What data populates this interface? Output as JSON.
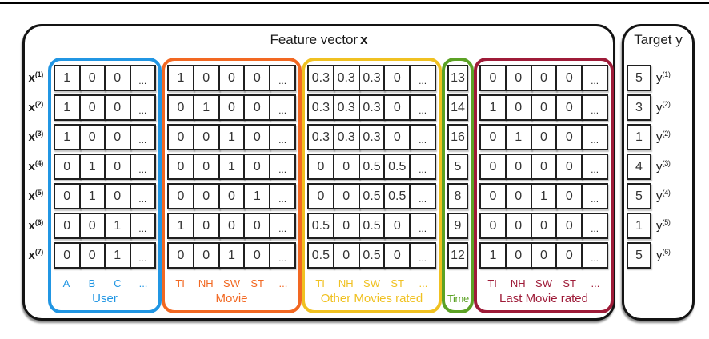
{
  "header": {
    "feature_title_text": "Feature vector",
    "feature_title_bold": "x",
    "target_title": "Target y"
  },
  "colors": {
    "user": "#2196E3",
    "movie": "#F26822",
    "other": "#F0C121",
    "time": "#5CA225",
    "last": "#9E1B38",
    "outline": "#141414"
  },
  "groups": [
    {
      "key": "user",
      "name": "User",
      "columns": [
        "A",
        "B",
        "C",
        "..."
      ],
      "color": "#2196E3"
    },
    {
      "key": "movie",
      "name": "Movie",
      "columns": [
        "TI",
        "NH",
        "SW",
        "ST",
        "..."
      ],
      "color": "#F26822"
    },
    {
      "key": "other",
      "name": "Other Movies rated",
      "columns": [
        "TI",
        "NH",
        "SW",
        "ST",
        "..."
      ],
      "color": "#F0C121"
    },
    {
      "key": "time",
      "name": "Time",
      "columns": [],
      "color": "#5CA225"
    },
    {
      "key": "last",
      "name": "Last Movie rated",
      "columns": [
        "TI",
        "NH",
        "SW",
        "ST",
        "..."
      ],
      "color": "#9E1B38"
    }
  ],
  "rows": [
    {
      "row_label": {
        "base": "x",
        "sup": "(1)"
      },
      "user": [
        "1",
        "0",
        "0",
        "..."
      ],
      "movie": [
        "1",
        "0",
        "0",
        "0",
        "..."
      ],
      "other": [
        "0.3",
        "0.3",
        "0.3",
        "0",
        "..."
      ],
      "time": [
        "13"
      ],
      "last": [
        "0",
        "0",
        "0",
        "0",
        "..."
      ],
      "target": {
        "value": "5",
        "base": "y",
        "sup": "(1)"
      }
    },
    {
      "row_label": {
        "base": "x",
        "sup": "(2)"
      },
      "user": [
        "1",
        "0",
        "0",
        "..."
      ],
      "movie": [
        "0",
        "1",
        "0",
        "0",
        "..."
      ],
      "other": [
        "0.3",
        "0.3",
        "0.3",
        "0",
        "..."
      ],
      "time": [
        "14"
      ],
      "last": [
        "1",
        "0",
        "0",
        "0",
        "..."
      ],
      "target": {
        "value": "3",
        "base": "y",
        "sup": "(2)"
      }
    },
    {
      "row_label": {
        "base": "x",
        "sup": "(3)"
      },
      "user": [
        "1",
        "0",
        "0",
        "..."
      ],
      "movie": [
        "0",
        "0",
        "1",
        "0",
        "..."
      ],
      "other": [
        "0.3",
        "0.3",
        "0.3",
        "0",
        "..."
      ],
      "time": [
        "16"
      ],
      "last": [
        "0",
        "1",
        "0",
        "0",
        "..."
      ],
      "target": {
        "value": "1",
        "base": "y",
        "sup": "(2)"
      }
    },
    {
      "row_label": {
        "base": "x",
        "sup": "(4)"
      },
      "user": [
        "0",
        "1",
        "0",
        "..."
      ],
      "movie": [
        "0",
        "0",
        "1",
        "0",
        "..."
      ],
      "other": [
        "0",
        "0",
        "0.5",
        "0.5",
        "..."
      ],
      "time": [
        "5"
      ],
      "last": [
        "0",
        "0",
        "0",
        "0",
        "..."
      ],
      "target": {
        "value": "4",
        "base": "y",
        "sup": "(3)"
      }
    },
    {
      "row_label": {
        "base": "x",
        "sup": "(5)"
      },
      "user": [
        "0",
        "1",
        "0",
        "..."
      ],
      "movie": [
        "0",
        "0",
        "0",
        "1",
        "..."
      ],
      "other": [
        "0",
        "0",
        "0.5",
        "0.5",
        "..."
      ],
      "time": [
        "8"
      ],
      "last": [
        "0",
        "0",
        "1",
        "0",
        "..."
      ],
      "target": {
        "value": "5",
        "base": "y",
        "sup": "(4)"
      }
    },
    {
      "row_label": {
        "base": "x",
        "sup": "(6)"
      },
      "user": [
        "0",
        "0",
        "1",
        "..."
      ],
      "movie": [
        "1",
        "0",
        "0",
        "0",
        "..."
      ],
      "other": [
        "0.5",
        "0",
        "0.5",
        "0",
        "..."
      ],
      "time": [
        "9"
      ],
      "last": [
        "0",
        "0",
        "0",
        "0",
        "..."
      ],
      "target": {
        "value": "1",
        "base": "y",
        "sup": "(5)"
      }
    },
    {
      "row_label": {
        "base": "x",
        "sup": "(7)"
      },
      "user": [
        "0",
        "0",
        "1",
        "..."
      ],
      "movie": [
        "0",
        "0",
        "1",
        "0",
        "..."
      ],
      "other": [
        "0.5",
        "0",
        "0.5",
        "0",
        "..."
      ],
      "time": [
        "12"
      ],
      "last": [
        "1",
        "0",
        "0",
        "0",
        "..."
      ],
      "target": {
        "value": "5",
        "base": "y",
        "sup": "(6)"
      }
    }
  ]
}
